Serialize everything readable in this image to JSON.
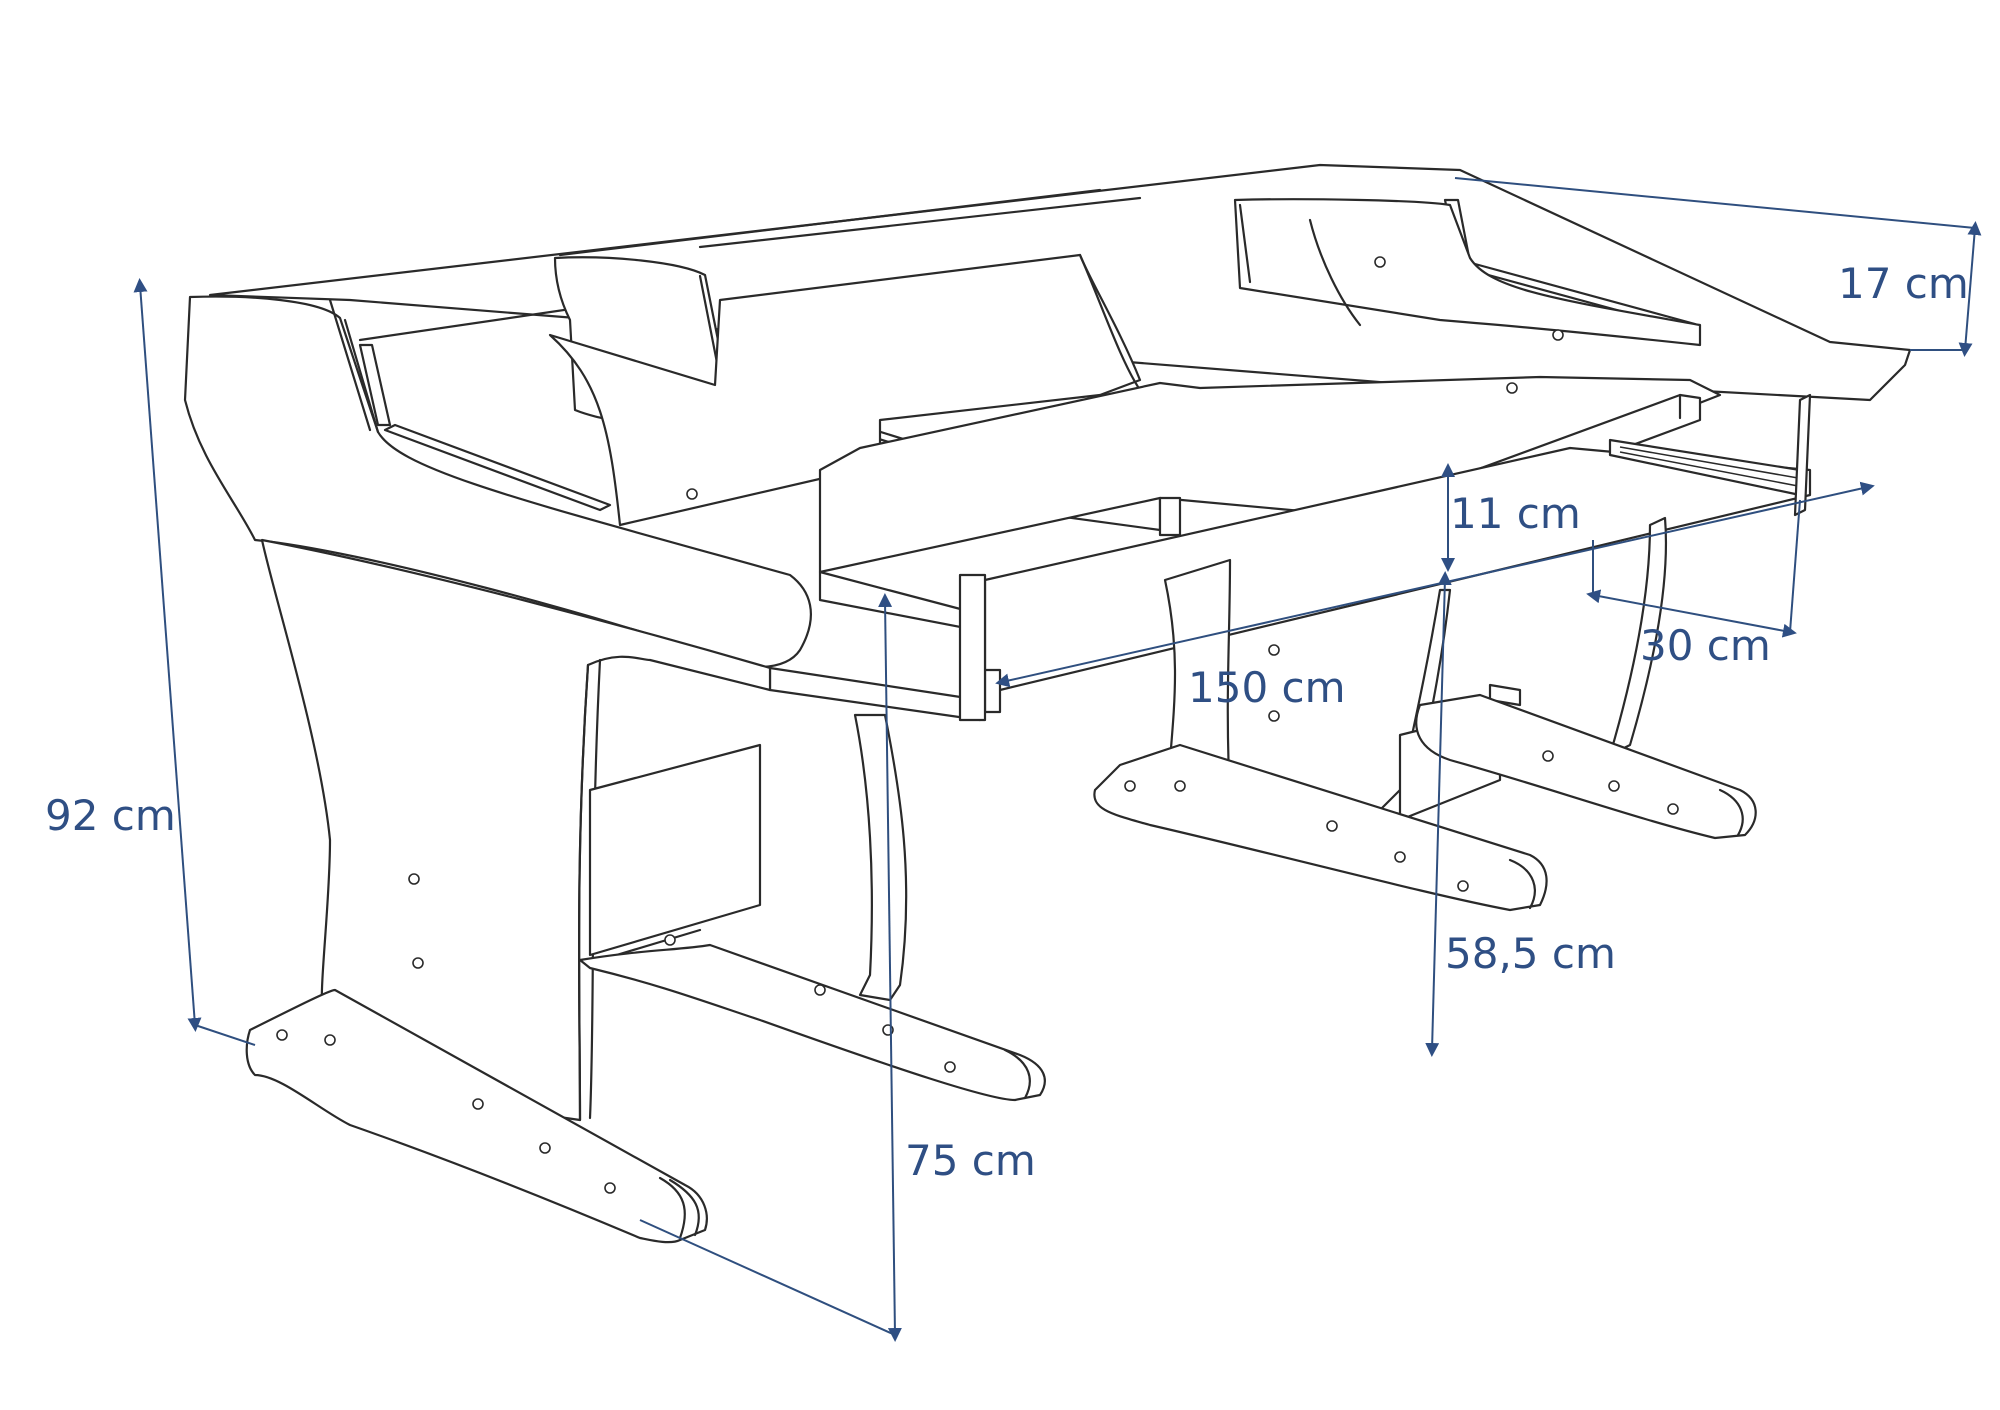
{
  "dimensions": {
    "height_total": "92 cm",
    "height_desk": "75 cm",
    "height_top": "17 cm",
    "shelf_gap": "11 cm",
    "shelf_depth": "30 cm",
    "shelf_width": "150 cm",
    "leg_height": "58,5 cm"
  },
  "colors": {
    "line": "#2a2a2a",
    "dimension": "#2f4f84"
  }
}
